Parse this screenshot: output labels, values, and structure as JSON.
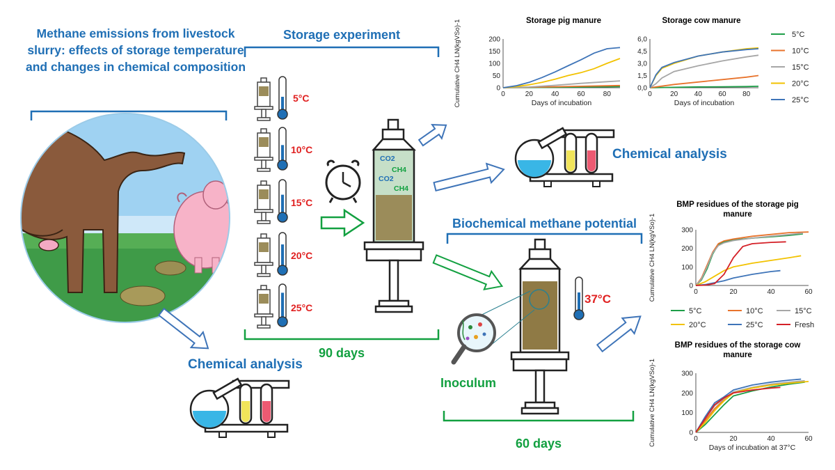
{
  "title": "Methane emissions from livestock slurry: effects of storage temperature and changes in chemical composition",
  "storage_experiment_label": "Storage experiment",
  "storage_duration": "90 days",
  "bmp_label": "Biochemical methane potential",
  "bmp_duration": "60 days",
  "chemical_analysis_label_1": "Chemical analysis",
  "chemical_analysis_label_2": "Chemical analysis",
  "inoculum_label": "Inoculum",
  "incubation_temp": "37°C",
  "temperatures": [
    "5°C",
    "10°C",
    "15°C",
    "20°C",
    "25°C"
  ],
  "gas_labels": [
    "CO2",
    "CH4",
    "CO2",
    "CH4"
  ],
  "colors": {
    "blue": "#1f6fb5",
    "green": "#12a040",
    "red": "#e02020",
    "t5": "#1e9e48",
    "t10": "#e8732c",
    "t15": "#a6a6a6",
    "t20": "#f2c200",
    "t25": "#3e74b8",
    "fresh": "#d42027"
  },
  "chart_data": [
    {
      "type": "line",
      "title": "Storage pig manure",
      "ylabel": "Cumulative CH4 LN(kgVSo)-1",
      "xlabel": "Days of incubation",
      "xlim": [
        0,
        90
      ],
      "ylim": [
        0,
        200
      ],
      "xticks": [
        0,
        20,
        40,
        60,
        80
      ],
      "yticks": [
        "0",
        "50",
        "100",
        "150",
        "200"
      ],
      "series": [
        {
          "name": "5°C",
          "color": "#1e9e48",
          "x": [
            0,
            20,
            40,
            60,
            80,
            90
          ],
          "y": [
            0,
            1,
            2,
            3,
            4,
            5
          ]
        },
        {
          "name": "10°C",
          "color": "#e8732c",
          "x": [
            0,
            20,
            40,
            60,
            80,
            90
          ],
          "y": [
            0,
            2,
            4,
            6,
            8,
            9
          ]
        },
        {
          "name": "15°C",
          "color": "#a6a6a6",
          "x": [
            0,
            20,
            40,
            60,
            80,
            90
          ],
          "y": [
            0,
            3,
            10,
            18,
            25,
            28
          ]
        },
        {
          "name": "20°C",
          "color": "#f2c200",
          "x": [
            0,
            10,
            20,
            30,
            40,
            50,
            60,
            70,
            80,
            90
          ],
          "y": [
            0,
            5,
            12,
            22,
            35,
            50,
            62,
            78,
            100,
            120
          ]
        },
        {
          "name": "25°C",
          "color": "#3e74b8",
          "x": [
            0,
            10,
            20,
            30,
            40,
            50,
            60,
            70,
            80,
            90
          ],
          "y": [
            0,
            8,
            22,
            42,
            65,
            90,
            115,
            142,
            160,
            165
          ]
        }
      ]
    },
    {
      "type": "line",
      "title": "Storage cow manure",
      "ylabel": "",
      "xlabel": "Days of incubation",
      "xlim": [
        0,
        90
      ],
      "ylim": [
        0,
        6
      ],
      "xticks": [
        0,
        20,
        40,
        60,
        80
      ],
      "yticks": [
        "0,0",
        "1,5",
        "3,0",
        "4,5",
        "6,0"
      ],
      "series": [
        {
          "name": "5°C",
          "color": "#1e9e48",
          "x": [
            0,
            20,
            40,
            60,
            80,
            90
          ],
          "y": [
            0,
            0.05,
            0.1,
            0.12,
            0.15,
            0.18
          ]
        },
        {
          "name": "10°C",
          "color": "#e8732c",
          "x": [
            0,
            10,
            20,
            40,
            60,
            80,
            90
          ],
          "y": [
            0,
            0.2,
            0.4,
            0.7,
            1.0,
            1.3,
            1.5
          ]
        },
        {
          "name": "15°C",
          "color": "#a6a6a6",
          "x": [
            0,
            5,
            10,
            20,
            40,
            60,
            80,
            90
          ],
          "y": [
            0,
            0.5,
            1.2,
            2.0,
            2.7,
            3.3,
            3.8,
            4.0
          ]
        },
        {
          "name": "20°C",
          "color": "#f2c200",
          "x": [
            0,
            5,
            10,
            20,
            40,
            60,
            80,
            90
          ],
          "y": [
            0,
            1.5,
            2.4,
            3.0,
            3.9,
            4.4,
            4.8,
            4.9
          ]
        },
        {
          "name": "25°C",
          "color": "#3e74b8",
          "x": [
            0,
            5,
            10,
            20,
            40,
            60,
            80,
            90
          ],
          "y": [
            0,
            1.6,
            2.5,
            3.1,
            3.9,
            4.4,
            4.7,
            4.8
          ]
        }
      ]
    },
    {
      "type": "line",
      "title": "BMP residues of the storage pig manure",
      "ylabel": "Cumulative CH4 LN(kgVSo)-1",
      "xlabel": "",
      "xlim": [
        0,
        60
      ],
      "ylim": [
        0,
        300
      ],
      "xticks": [
        0,
        20,
        40,
        60
      ],
      "yticks": [
        "0",
        "100",
        "200",
        "300"
      ],
      "series": [
        {
          "name": "5°C",
          "color": "#1e9e48",
          "x": [
            0,
            3,
            6,
            9,
            12,
            15,
            20,
            30,
            40,
            50,
            57
          ],
          "y": [
            0,
            30,
            90,
            170,
            220,
            235,
            245,
            255,
            262,
            270,
            278
          ]
        },
        {
          "name": "10°C",
          "color": "#e8732c",
          "x": [
            0,
            3,
            6,
            9,
            12,
            15,
            20,
            30,
            40,
            50,
            60
          ],
          "y": [
            0,
            40,
            110,
            180,
            225,
            240,
            250,
            265,
            275,
            285,
            288
          ]
        },
        {
          "name": "15°C",
          "color": "#a6a6a6",
          "x": [
            0,
            3,
            6,
            9,
            12,
            15,
            20,
            30,
            40,
            50,
            57
          ],
          "y": [
            0,
            35,
            100,
            175,
            215,
            230,
            242,
            255,
            265,
            275,
            282
          ]
        },
        {
          "name": "20°C",
          "color": "#f2c200",
          "x": [
            0,
            5,
            10,
            15,
            20,
            30,
            40,
            50,
            56
          ],
          "y": [
            0,
            20,
            50,
            80,
            100,
            120,
            135,
            150,
            160
          ]
        },
        {
          "name": "25°C",
          "color": "#3e74b8",
          "x": [
            0,
            5,
            10,
            15,
            20,
            30,
            40,
            45
          ],
          "y": [
            0,
            5,
            15,
            25,
            40,
            60,
            75,
            80
          ]
        },
        {
          "name": "Fresh",
          "color": "#d42027",
          "x": [
            0,
            5,
            10,
            15,
            20,
            25,
            30,
            40,
            48
          ],
          "y": [
            0,
            2,
            10,
            60,
            150,
            210,
            225,
            232,
            235
          ]
        }
      ]
    },
    {
      "type": "line",
      "title": "BMP residues of the storage cow manure",
      "ylabel": "Cumulative CH4 LN(kgVSo)-1",
      "xlabel": "Days of incubation at 37°C",
      "xlim": [
        0,
        60
      ],
      "ylim": [
        0,
        300
      ],
      "xticks": [
        0,
        20,
        40,
        60
      ],
      "yticks": [
        "0",
        "100",
        "200",
        "300"
      ],
      "series": [
        {
          "name": "5°C",
          "color": "#1e9e48",
          "x": [
            0,
            5,
            10,
            15,
            20,
            30,
            40,
            50,
            58
          ],
          "y": [
            0,
            40,
            90,
            140,
            185,
            210,
            230,
            245,
            255
          ]
        },
        {
          "name": "10°C",
          "color": "#e8732c",
          "x": [
            0,
            5,
            10,
            15,
            20,
            30,
            40,
            50,
            58
          ],
          "y": [
            0,
            60,
            120,
            165,
            200,
            225,
            240,
            250,
            258
          ]
        },
        {
          "name": "15°C",
          "color": "#a6a6a6",
          "x": [
            0,
            5,
            10,
            15,
            20,
            30,
            40,
            50,
            58
          ],
          "y": [
            0,
            70,
            135,
            170,
            205,
            228,
            245,
            255,
            262
          ]
        },
        {
          "name": "20°C",
          "color": "#f2c200",
          "x": [
            0,
            5,
            10,
            15,
            20,
            30,
            40,
            50,
            60
          ],
          "y": [
            0,
            50,
            110,
            160,
            200,
            225,
            240,
            250,
            258
          ]
        },
        {
          "name": "25°C",
          "color": "#3e74b8",
          "x": [
            0,
            5,
            10,
            15,
            20,
            30,
            40,
            50,
            56
          ],
          "y": [
            0,
            80,
            150,
            180,
            215,
            240,
            255,
            265,
            270
          ]
        },
        {
          "name": "Fresh",
          "color": "#d42027",
          "x": [
            0,
            5,
            10,
            15,
            20,
            30,
            40,
            45
          ],
          "y": [
            0,
            70,
            140,
            175,
            200,
            215,
            225,
            228
          ]
        }
      ]
    }
  ]
}
